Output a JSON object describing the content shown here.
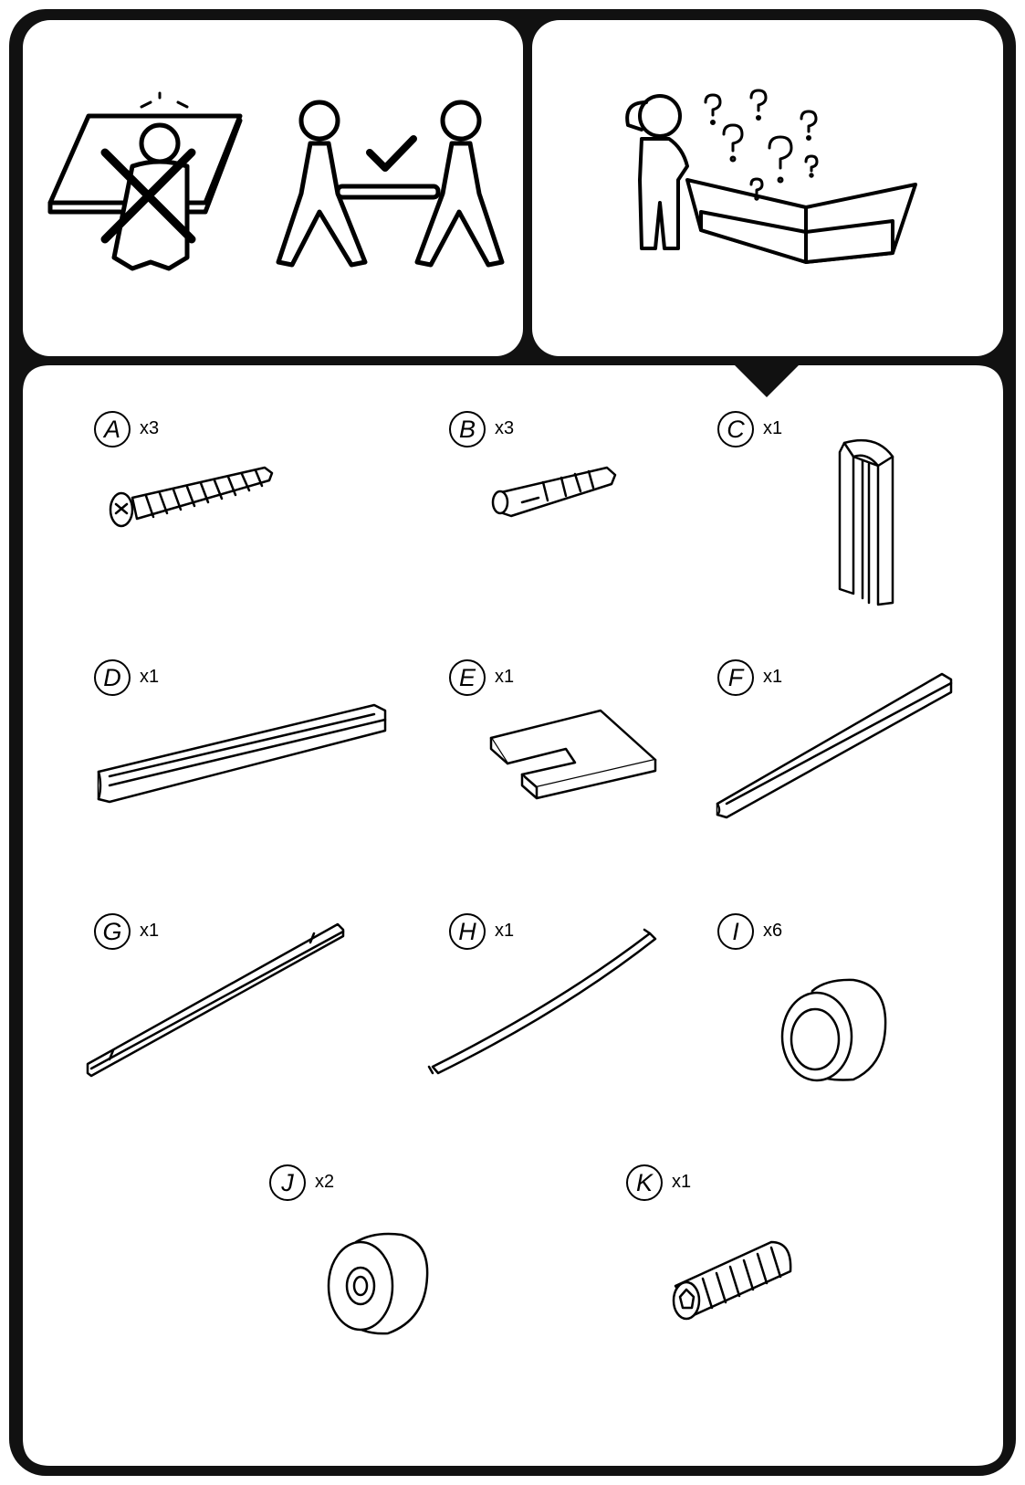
{
  "parts": [
    {
      "letter": "A",
      "qty": "x3",
      "icon": "screw-icon"
    },
    {
      "letter": "B",
      "qty": "x3",
      "icon": "wall-plug-icon"
    },
    {
      "letter": "C",
      "qty": "x1",
      "icon": "corner-profile-icon"
    },
    {
      "letter": "D",
      "qty": "x1",
      "icon": "u-channel-profile-icon"
    },
    {
      "letter": "E",
      "qty": "x1",
      "icon": "spacer-plate-icon"
    },
    {
      "letter": "F",
      "qty": "x1",
      "icon": "rail-profile-icon"
    },
    {
      "letter": "G",
      "qty": "x1",
      "icon": "flat-strip-icon"
    },
    {
      "letter": "H",
      "qty": "x1",
      "icon": "seal-strip-icon"
    },
    {
      "letter": "I",
      "qty": "x6",
      "icon": "round-cap-icon"
    },
    {
      "letter": "J",
      "qty": "x2",
      "icon": "threaded-knob-icon"
    },
    {
      "letter": "K",
      "qty": "x1",
      "icon": "set-screw-icon"
    }
  ],
  "panels": {
    "top_left": "two-person-carry-icon",
    "top_right": "check-parts-icon"
  },
  "colors": {
    "line": "#000000",
    "background": "#ffffff",
    "frame": "#111111"
  }
}
